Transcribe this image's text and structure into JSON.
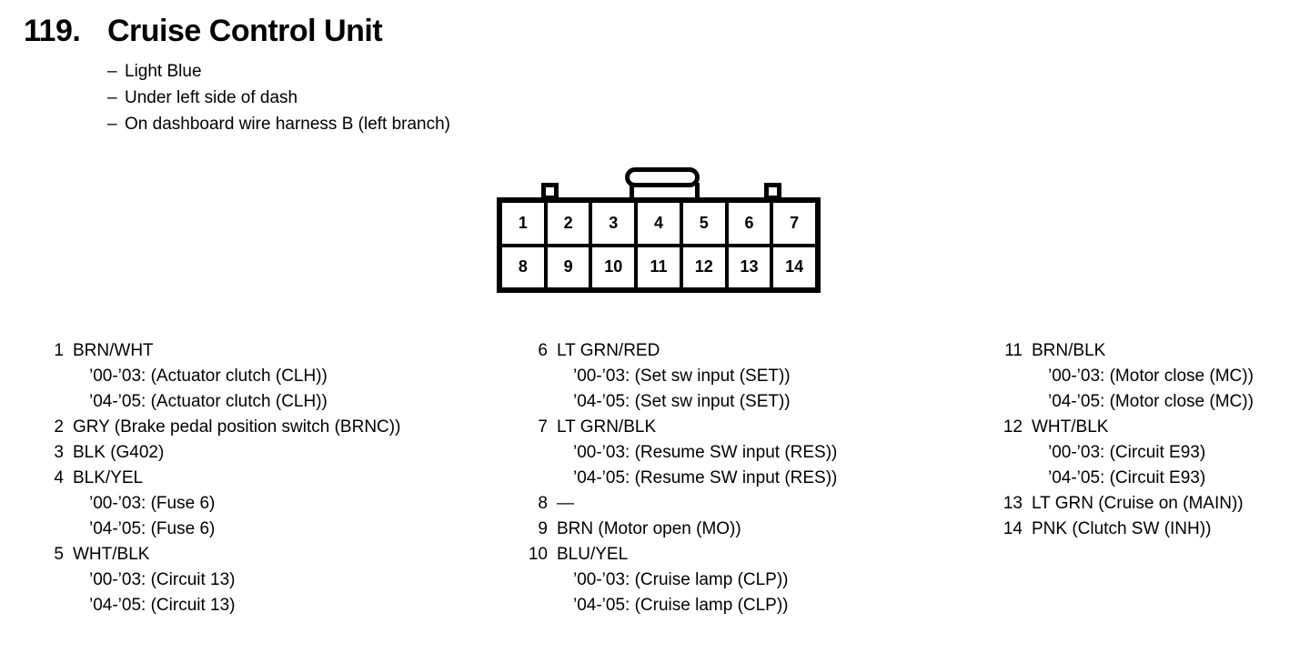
{
  "header": {
    "number": "119.",
    "title": "Cruise Control Unit",
    "bullets": [
      "Light Blue",
      "Under left side of dash",
      "On dashboard wire harness B (left branch)"
    ],
    "bullet_dash": "–"
  },
  "connector": {
    "top_row": [
      "1",
      "2",
      "3",
      "4",
      "5",
      "6",
      "7"
    ],
    "bottom_row": [
      "8",
      "9",
      "10",
      "11",
      "12",
      "13",
      "14"
    ]
  },
  "legend": {
    "column_1": [
      {
        "num": "1",
        "label": "BRN/WHT",
        "sublines": [
          "’00-’03: (Actuator clutch (CLH))",
          "’04-’05: (Actuator clutch (CLH))"
        ]
      },
      {
        "num": "2",
        "label": "GRY (Brake pedal position switch (BRNC))",
        "sublines": []
      },
      {
        "num": "3",
        "label": "BLK (G402)",
        "sublines": []
      },
      {
        "num": "4",
        "label": "BLK/YEL",
        "sublines": [
          "’00-’03: (Fuse 6)",
          "’04-’05: (Fuse 6)"
        ]
      },
      {
        "num": "5",
        "label": "WHT/BLK",
        "sublines": [
          "’00-’03: (Circuit 13)",
          "’04-’05: (Circuit 13)"
        ]
      }
    ],
    "column_2": [
      {
        "num": "6",
        "label": "LT GRN/RED",
        "sublines": [
          "’00-’03: (Set sw input (SET))",
          "’04-’05: (Set sw input (SET))"
        ]
      },
      {
        "num": "7",
        "label": "LT GRN/BLK",
        "sublines": [
          "’00-’03: (Resume SW input (RES))",
          "’04-’05: (Resume SW input (RES))"
        ]
      },
      {
        "num": "8",
        "label": "—",
        "sublines": []
      },
      {
        "num": "9",
        "label": "BRN (Motor open (MO))",
        "sublines": []
      },
      {
        "num": "10",
        "label": "BLU/YEL",
        "sublines": [
          "’00-’03: (Cruise lamp (CLP))",
          "’04-’05: (Cruise lamp (CLP))"
        ]
      }
    ],
    "column_3": [
      {
        "num": "11",
        "label": "BRN/BLK",
        "sublines": [
          "’00-’03: (Motor close (MC))",
          "’04-’05: (Motor close (MC))"
        ]
      },
      {
        "num": "12",
        "label": "WHT/BLK",
        "sublines": [
          "’00-’03: (Circuit E93)",
          "’04-’05: (Circuit E93)"
        ]
      },
      {
        "num": "13",
        "label": "LT GRN (Cruise on (MAIN))",
        "sublines": []
      },
      {
        "num": "14",
        "label": "PNK (Clutch SW (INH))",
        "sublines": []
      }
    ]
  },
  "colors": {
    "ink": "#000000",
    "paper": "#ffffff"
  }
}
